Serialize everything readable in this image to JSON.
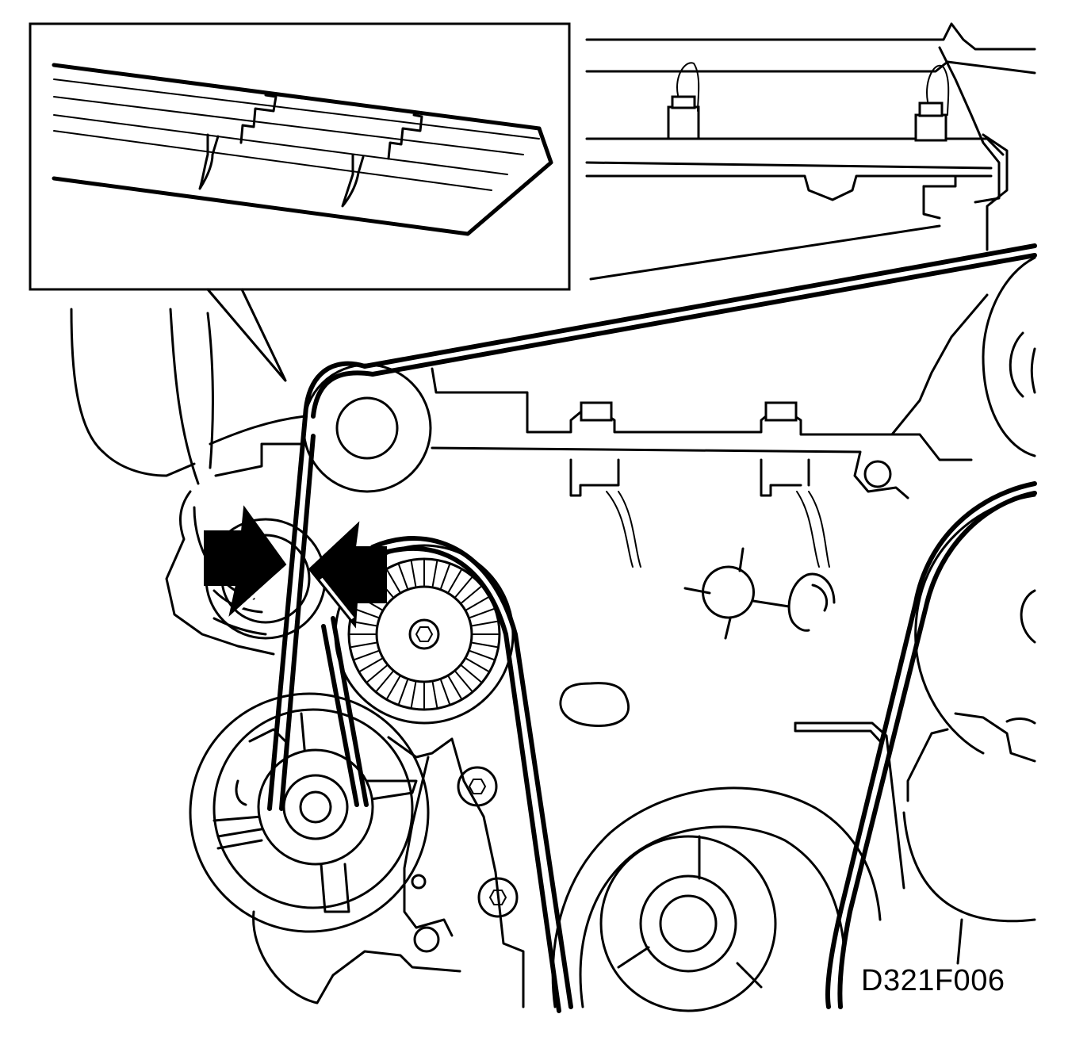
{
  "figure": {
    "code": "D321F006"
  },
  "colors": {
    "line": "#000000",
    "background": "#ffffff"
  },
  "parts": {
    "detail_inset": "detail-inset",
    "idler_pulley": "idler-pulley",
    "tensioner_pulley": "tensioner-pulley",
    "generator_pulley": "generator-pulley",
    "crankshaft_pulley": "crankshaft-pulley",
    "compressor_pulley": "ac-compressor-pulley",
    "arrows": "marker-arrows"
  }
}
